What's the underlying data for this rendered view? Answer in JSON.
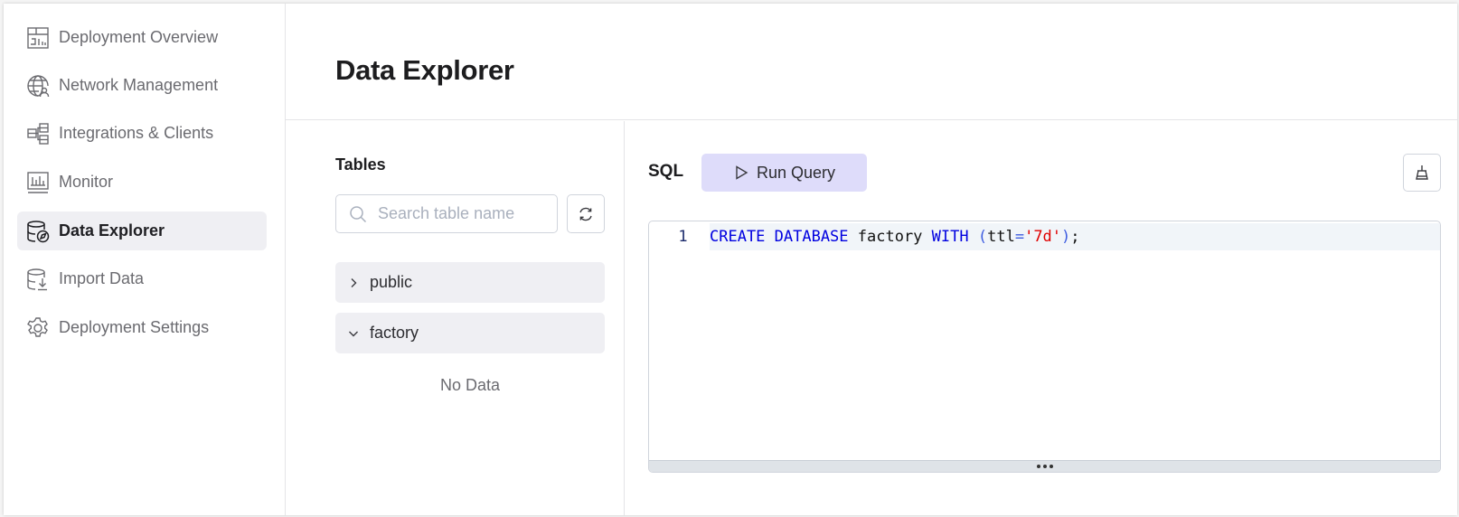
{
  "sidebar": {
    "items": [
      {
        "label": "Deployment Overview",
        "icon": "dashboard-icon",
        "active": false
      },
      {
        "label": "Network Management",
        "icon": "globe-user-icon",
        "active": false
      },
      {
        "label": "Integrations & Clients",
        "icon": "integrations-icon",
        "active": false
      },
      {
        "label": "Monitor",
        "icon": "monitor-chart-icon",
        "active": false
      },
      {
        "label": "Data Explorer",
        "icon": "database-explore-icon",
        "active": true
      },
      {
        "label": "Import Data",
        "icon": "database-import-icon",
        "active": false
      },
      {
        "label": "Deployment Settings",
        "icon": "gear-icon",
        "active": false
      }
    ]
  },
  "header": {
    "title": "Data Explorer"
  },
  "tables": {
    "title": "Tables",
    "search_placeholder": "Search table name",
    "search_value": "",
    "refresh_icon": "refresh-icon",
    "schemas": [
      {
        "name": "public",
        "expanded": false
      },
      {
        "name": "factory",
        "expanded": true
      }
    ],
    "empty_text": "No Data"
  },
  "sql": {
    "label": "SQL",
    "run_button": "Run Query",
    "clear_icon": "clear-broom-icon",
    "editor": {
      "lines": [
        {
          "number": "1",
          "tokens": {
            "kw1": "CREATE DATABASE",
            "ident": " factory ",
            "kw2": "WITH",
            "sp": " ",
            "lparen": "(",
            "ttl": "ttl",
            "eq": "=",
            "str": "'7d'",
            "rparen": ")",
            "semi": ";"
          }
        }
      ]
    }
  },
  "colors": {
    "accent_button_bg": "#dedcfa",
    "active_nav_bg": "#efeff3",
    "keyword": "#0000e0",
    "string": "#e00000"
  }
}
